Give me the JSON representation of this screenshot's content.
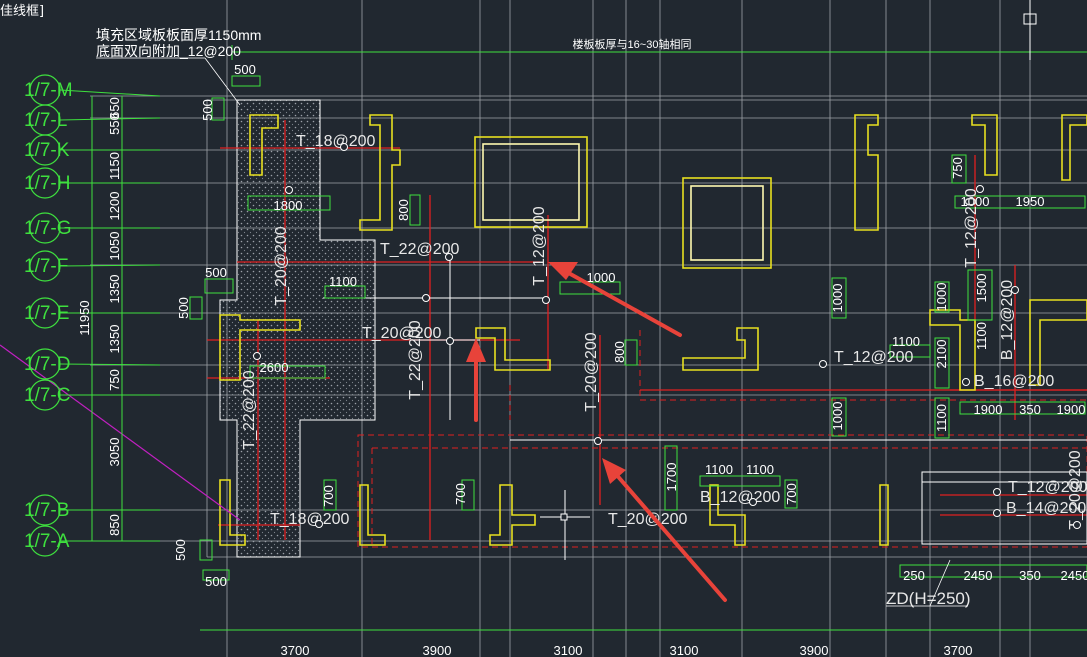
{
  "window": {
    "title_fragment": "佳线框]"
  },
  "notes": {
    "slab_note_1": "填充区域板板面厚1150mm",
    "slab_note_2": "底面双向附加_12@200",
    "top_note": "楼板板厚与16~30轴相同"
  },
  "axis_labels": [
    "1/7-M",
    "1/7-L",
    "1/7-K",
    "1/7-H",
    "1/7-G",
    "1/7-F",
    "1/7-E",
    "1/7-D",
    "1/7-C",
    "1/7-B",
    "1/7-A"
  ],
  "left_dims": [
    "650",
    "550",
    "1150",
    "1200",
    "1050",
    "1350",
    "1350",
    "750",
    "3050",
    "850"
  ],
  "left_total": "11950",
  "bottom_dims": [
    "3700",
    "3900",
    "3100",
    "3100",
    "3900",
    "3700"
  ],
  "rebar_labels": {
    "t18_top": "T_18@200",
    "t22_mid": "T_22@200",
    "t12_vert": "T_12@200",
    "t20_vert_left": "T_20@200",
    "t20_mid": "T_20@200",
    "t22_vert": "T_22@200",
    "t20_vert_c": "T_20@200",
    "t12_right": "T_12@200",
    "t22_left": "T_22@200",
    "t18_bottom": "T_18@200",
    "t20_bottom": "T_20@200",
    "b12_mid": "B_12@200",
    "b16_right": "B_16@200",
    "b12_vert_right": "B_12@200",
    "t12_vert_far": "T_12@200",
    "t12_box": "T_12@200",
    "b14_box": "B_14@200",
    "t20_far_right": "T_20@200"
  },
  "dims": {
    "d500a": "500",
    "d500b": "500",
    "d500c": "500",
    "d500d": "500",
    "d500e": "500",
    "d500f": "500",
    "d1800": "1800",
    "d800a": "800",
    "d1100a": "1100",
    "d1000a": "1000",
    "d2600": "2600",
    "d800b": "800",
    "d1000b": "1000",
    "d1000c": "1000",
    "d1100b": "1100",
    "d700a": "700",
    "d700b": "700",
    "d1700": "1700",
    "d1100c": "1100",
    "d1100d": "1100",
    "d700c": "700",
    "d750": "750",
    "d1000d": "1000",
    "d1950": "1950",
    "d1500": "1500",
    "d1100e": "1100",
    "d2100": "2100",
    "d1000e": "1000",
    "d1100f": "1100",
    "d1900a": "1900",
    "d350a": "350",
    "d1900b": "1900",
    "d250": "250",
    "d2450a": "2450",
    "d350b": "350",
    "d2450b": "2450"
  },
  "zd_label": "ZD(H=250)",
  "colors": {
    "background": "#212830",
    "grid": "#c8ccd0",
    "wall": "#e8e020",
    "axis": "#3ee03e",
    "rebar": "#e02020",
    "arrow": "#e8433a",
    "magenta": "#c020c0"
  }
}
